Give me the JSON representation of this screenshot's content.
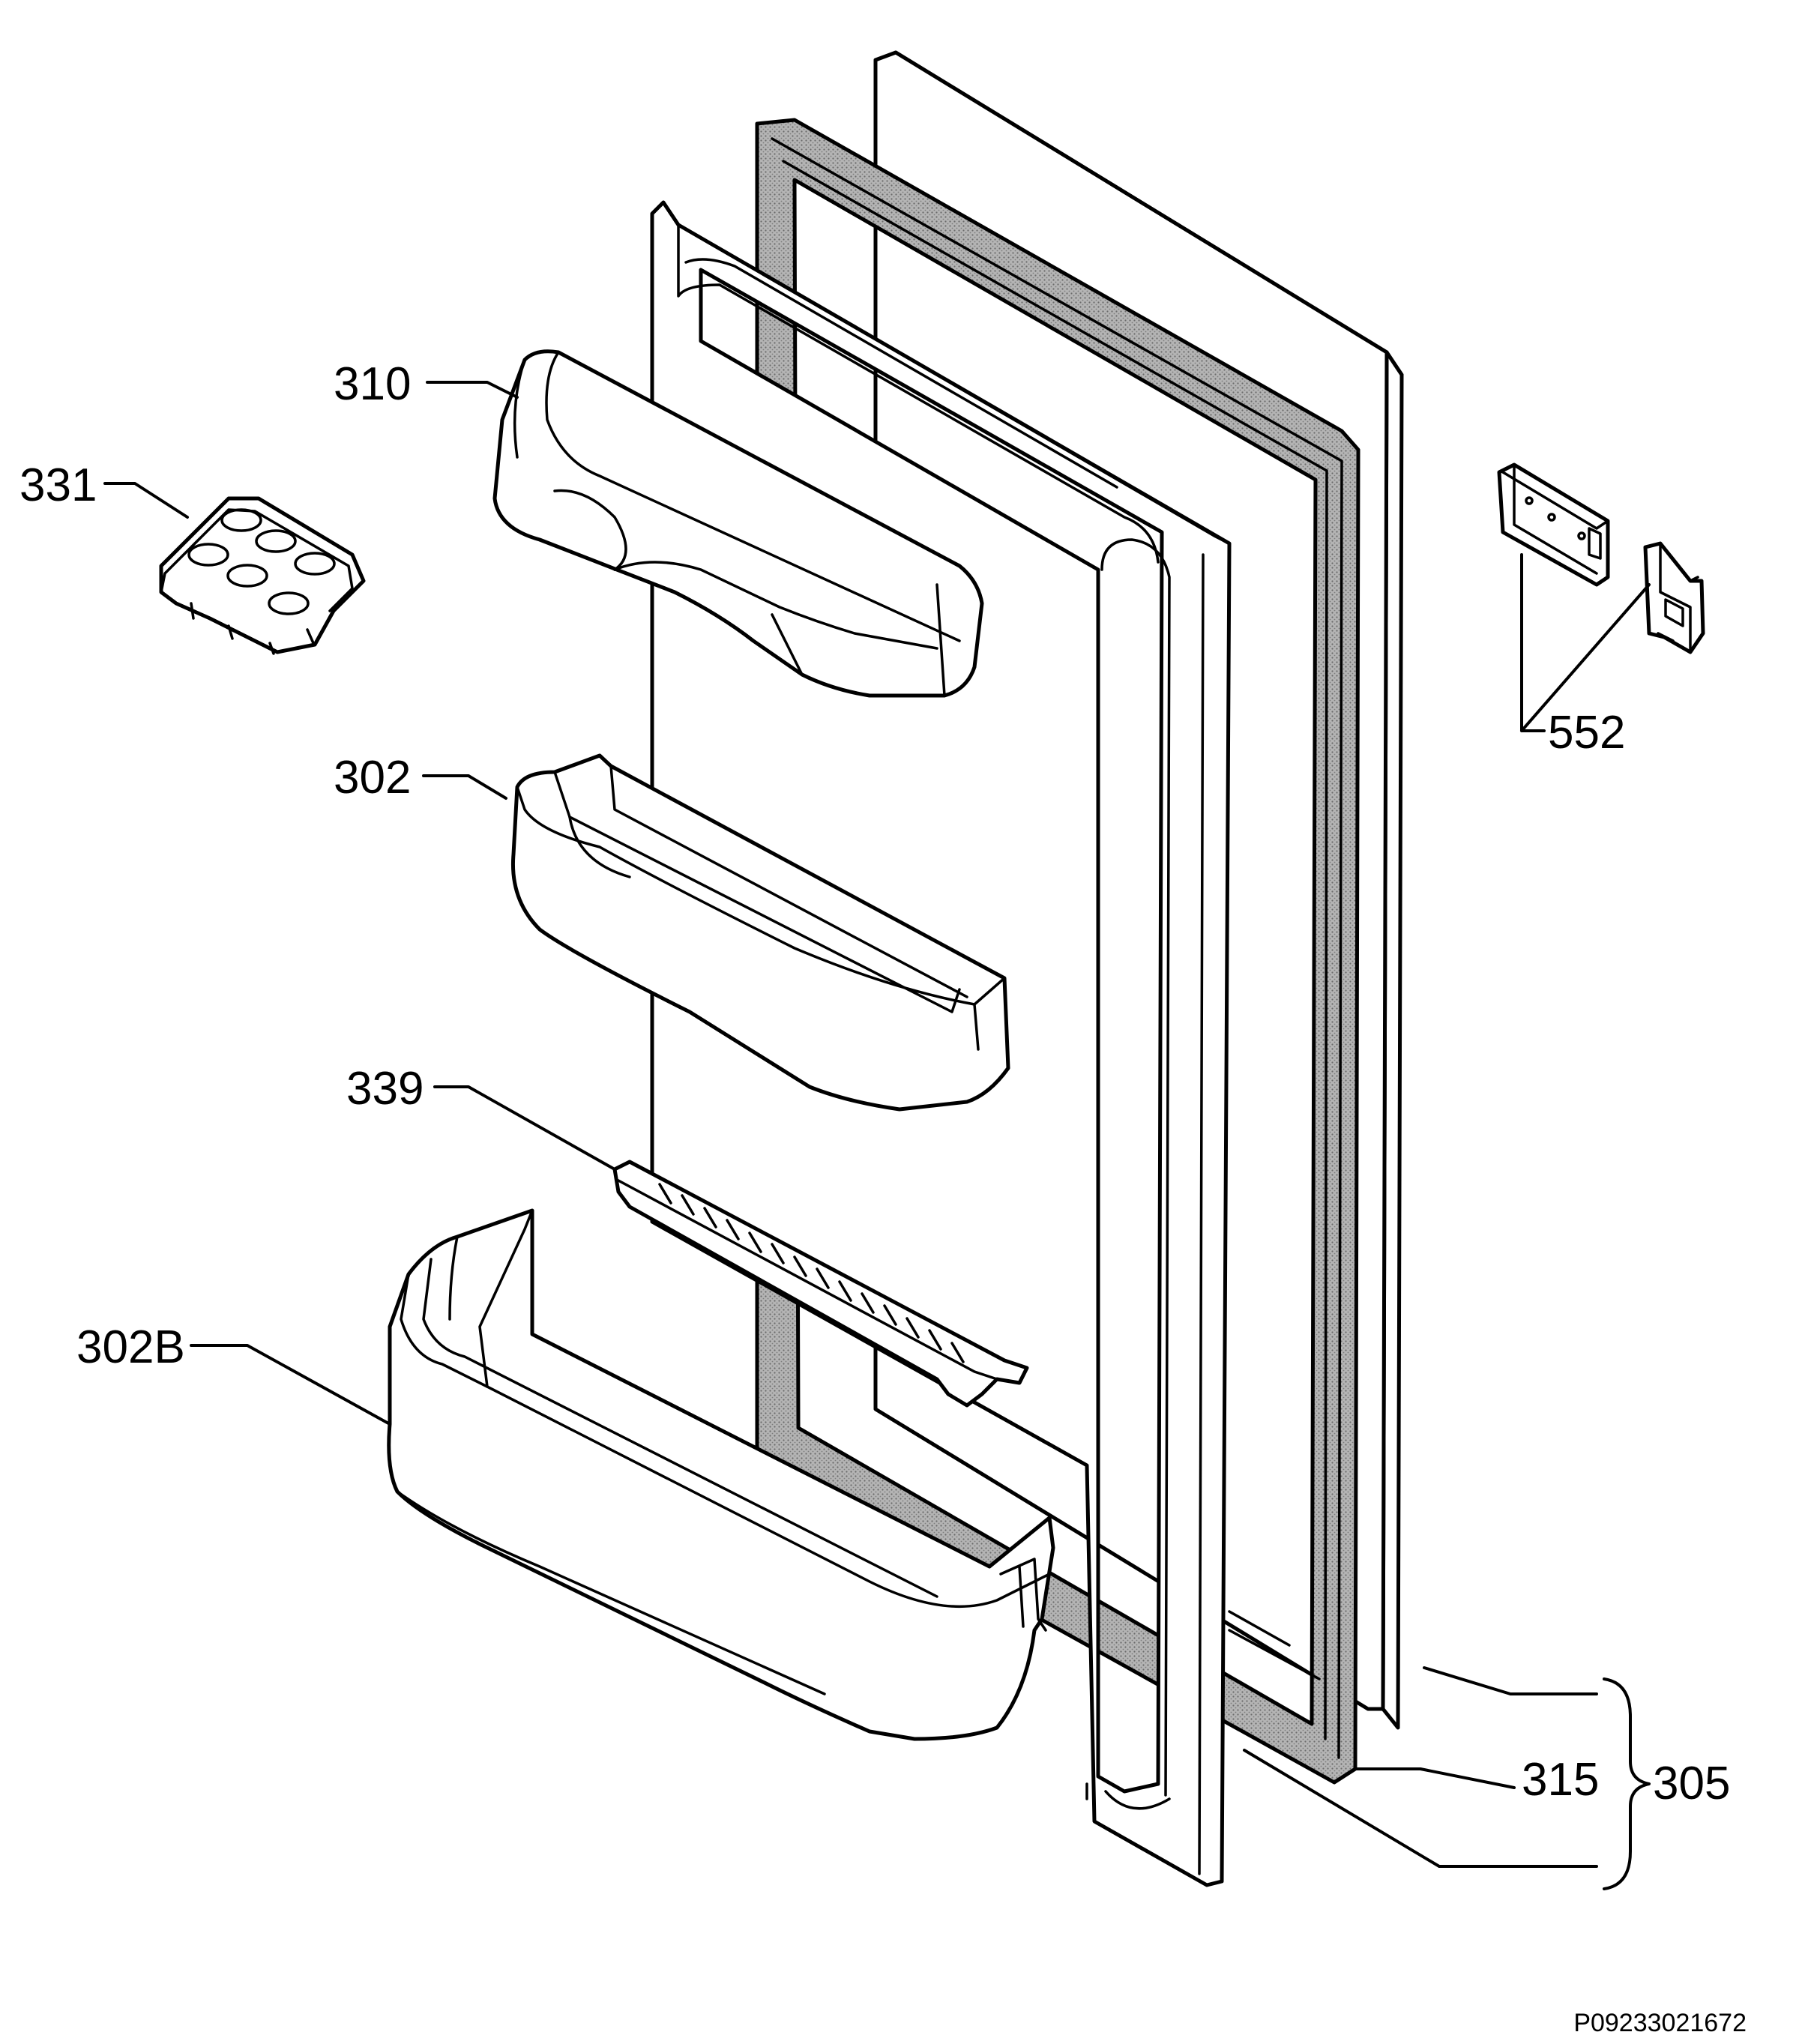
{
  "diagram": {
    "drawing_code": "P09233021672",
    "callouts": [
      {
        "id": "310",
        "label": "310"
      },
      {
        "id": "331",
        "label": "331"
      },
      {
        "id": "302",
        "label": "302"
      },
      {
        "id": "339",
        "label": "339"
      },
      {
        "id": "302b",
        "label": "302B"
      },
      {
        "id": "552",
        "label": "552"
      },
      {
        "id": "315",
        "label": "315"
      },
      {
        "id": "305",
        "label": "305"
      }
    ]
  },
  "colors": {
    "line": "#000000",
    "background": "#ffffff",
    "gasket_fill": "#9a9a9a"
  }
}
